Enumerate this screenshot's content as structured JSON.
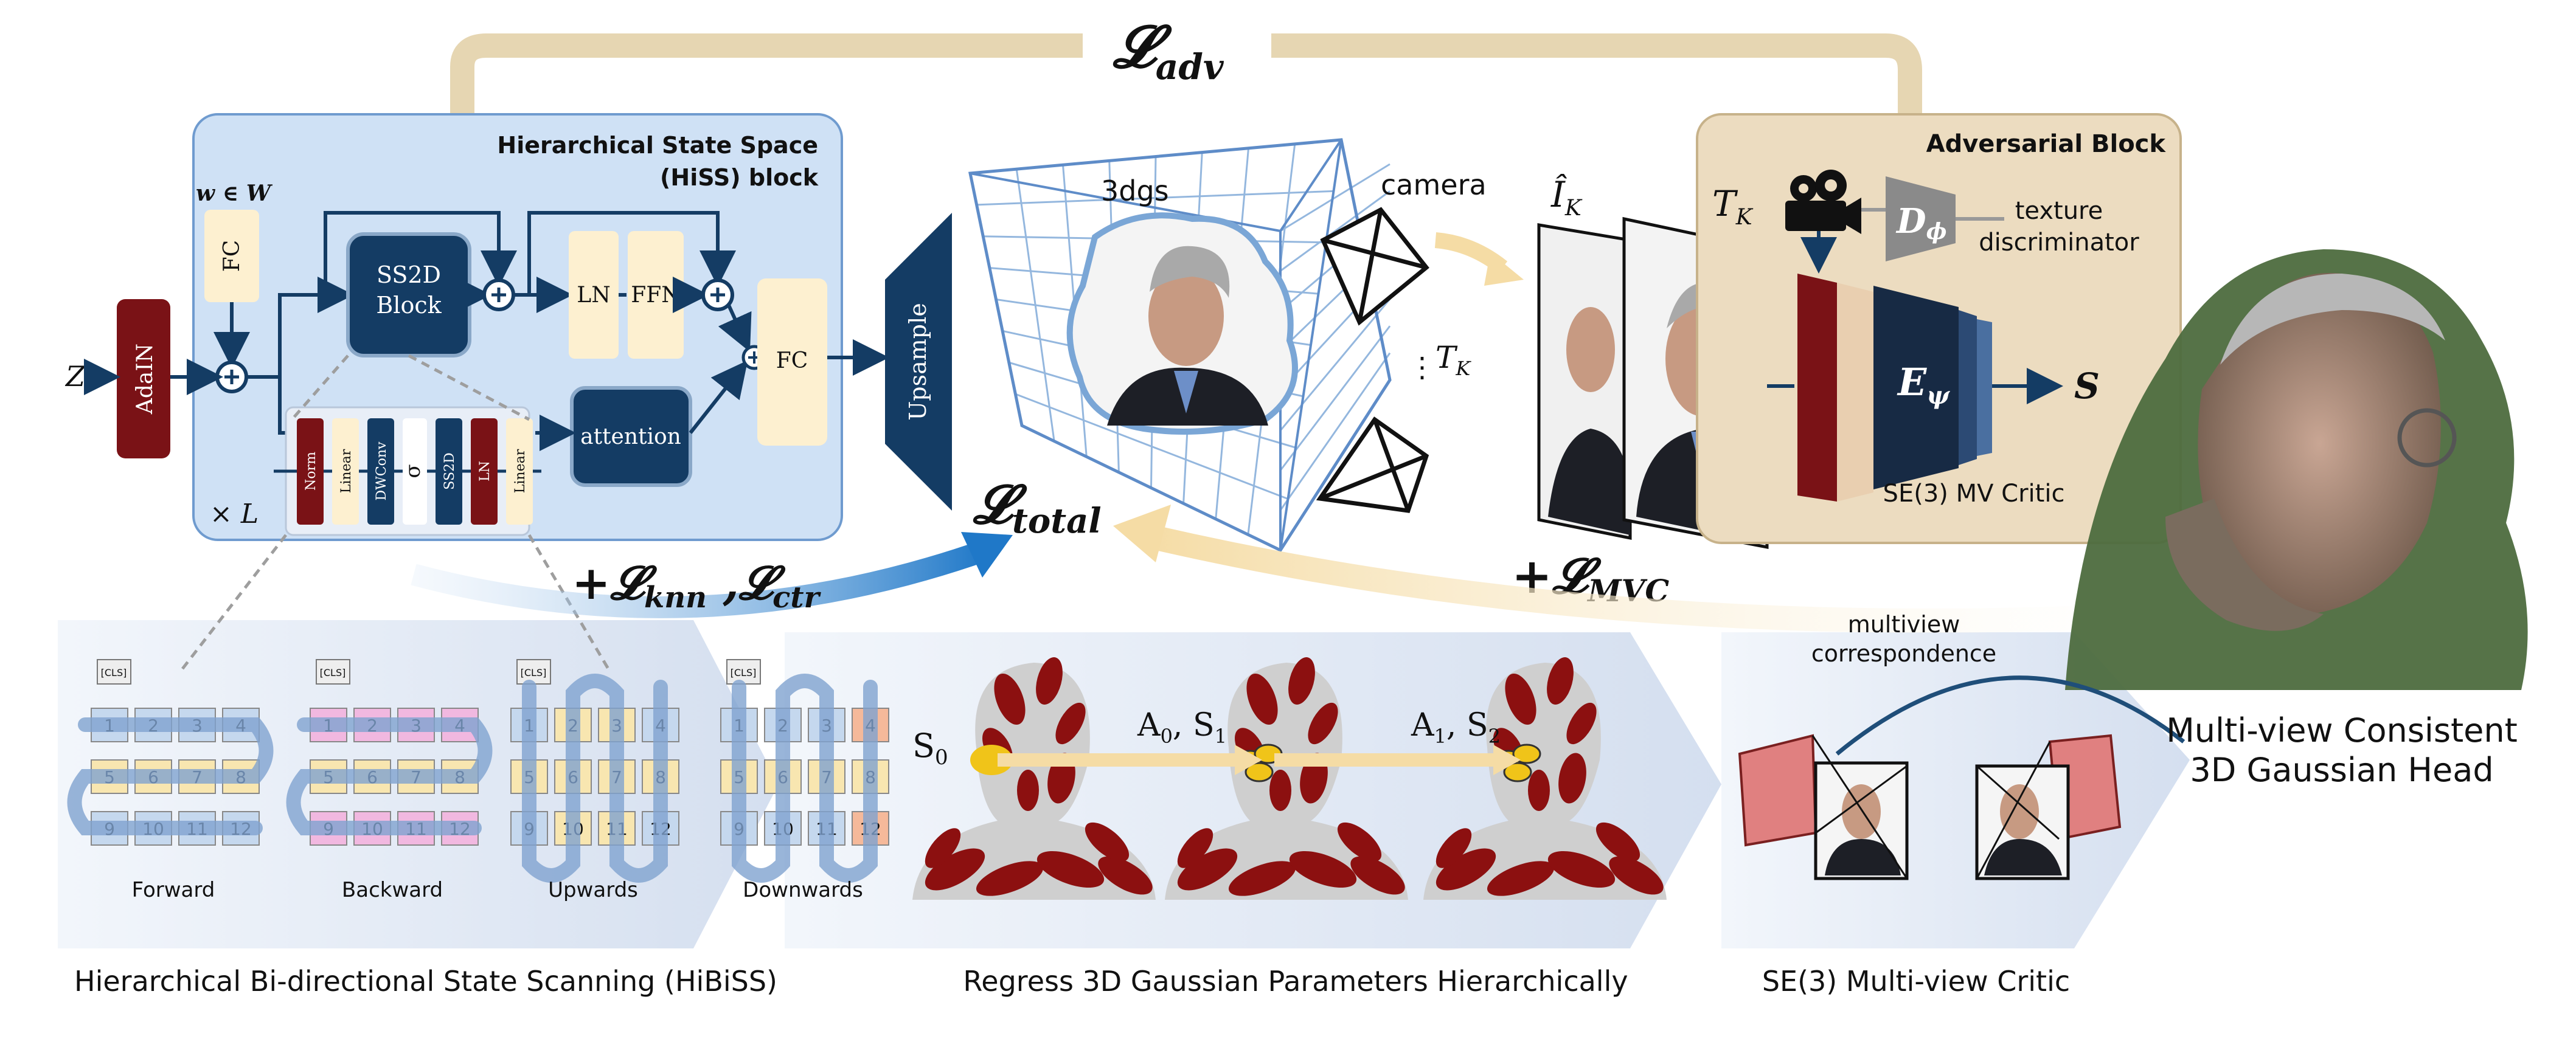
{
  "losses": {
    "adv": "𝓛",
    "adv_sub": "adv",
    "total": "𝓛",
    "total_sub": "total",
    "knn_prefix": "+𝓛",
    "knn_sub": "knn",
    "ctr": " ,𝓛",
    "ctr_sub": "ctr",
    "mvc_prefix": "+𝓛",
    "mvc_sub": "MVC"
  },
  "hiss": {
    "title_line1": "Hierarchical State Space",
    "title_line2": "(HiSS) block",
    "w_label": "w ∈ W",
    "z_label": "Z",
    "adain": "AdaIN",
    "fc_top": "FC",
    "ss2d_line1": "SS2D",
    "ss2d_line2": "Block",
    "ln": "LN",
    "ffn": "FFN",
    "attention": "attention",
    "fc_right": "FC",
    "times_l": "× L",
    "sub_blocks": [
      "Norm",
      "Linear",
      "DWConv",
      "σ",
      "SS2D",
      "LN",
      "Linear"
    ],
    "upsample": "Upsample"
  },
  "scene": {
    "label_3dgs": "3dgs",
    "camera": "camera",
    "tk": "T",
    "tk_sub": "K",
    "ik": "Î",
    "ik_sub": "K"
  },
  "adversarial": {
    "title": "Adversarial Block",
    "tk": "T",
    "tk_sub": "K",
    "d_phi": "D",
    "d_phi_sub": "ϕ",
    "texture_line1": "texture",
    "texture_line2": "discriminator",
    "e_psi": "E",
    "e_psi_sub": "ψ",
    "s": "S",
    "critic": "SE(3) MV Critic"
  },
  "scanning": {
    "cls": "[CLS]",
    "names": [
      "Forward",
      "Backward",
      "Upwards",
      "Downwards"
    ],
    "caption": "Hierarchical Bi-directional State Scanning (HiBiSS)"
  },
  "regress": {
    "s0": "S",
    "s0_sub": "0",
    "a0s1": "A",
    "a0s1_sub": "0",
    "a0s1_b": ", S",
    "a0s1_b_sub": "1",
    "a1s2": "A",
    "a1s2_sub": "1",
    "a1s2_b": ", S",
    "a1s2_b_sub": "2",
    "caption": "Regress 3D Gaussian Parameters Hierarchically"
  },
  "mv": {
    "correspondence_line1": "multiview",
    "correspondence_line2": "correspondence",
    "caption": "SE(3) Multi-view Critic",
    "result_line1": "Multi-view Consistent",
    "result_line2": "3D Gaussian Head"
  },
  "colors": {
    "navy": "#143c64",
    "dark_red": "#7a1216",
    "cream": "#fdf0d0",
    "light_blue_box": "#cfe1f5",
    "tan_box": "#ecdcc0",
    "arrow_tan": "#e6d6b2",
    "blue_arrow": "#1f78c8",
    "pink": "#f1b8e0",
    "orange": "#f5b99a",
    "yellow_outline": "#f0c419",
    "blue_grid": "#7aa6d6"
  }
}
